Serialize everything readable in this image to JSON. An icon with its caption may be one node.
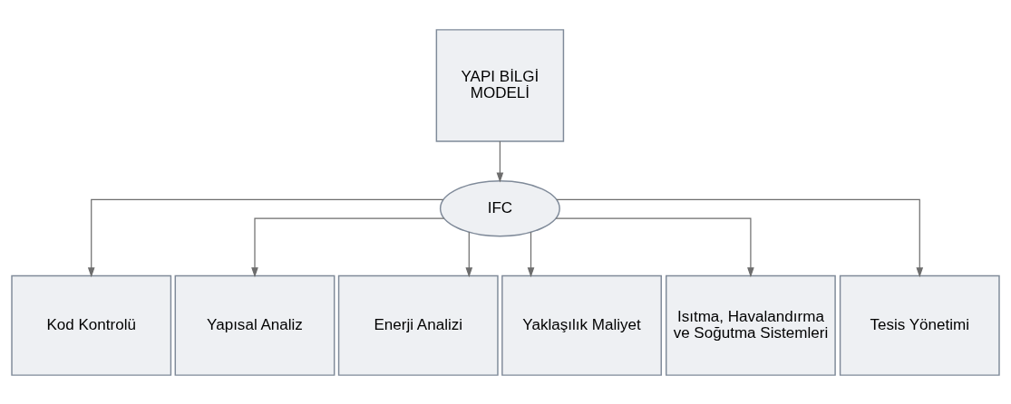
{
  "diagram": {
    "nodes": [
      {
        "text": [
          "YAPI BİLGİ MODELİ"
        ]
      },
      {
        "text": [
          "IFC"
        ]
      },
      {
        "text": [
          "Kod Kontrolü"
        ]
      },
      {
        "text": [
          "Yapısal Analiz"
        ]
      },
      {
        "text": [
          "Enerji Analizi"
        ]
      },
      {
        "text": [
          "Yaklaşılık Maliyet"
        ]
      },
      {
        "text": [
          "Isıtma, Havalandırma ve Soğutma Sistemleri"
        ]
      },
      {
        "text": [
          "Tesis Yönetimi"
        ]
      }
    ],
    "edges": [
      {
        "from": 0,
        "to": 1,
        "arrow": "to"
      },
      {
        "from": 1,
        "to": 2,
        "arrow": "to"
      },
      {
        "from": 1,
        "to": 3,
        "arrow": "to"
      },
      {
        "from": 1,
        "to": 4,
        "arrow": "to"
      },
      {
        "from": 1,
        "to": 5,
        "arrow": "to"
      },
      {
        "from": 1,
        "to": 6,
        "arrow": "to"
      },
      {
        "from": 1,
        "to": 7,
        "arrow": "to"
      }
    ]
  }
}
